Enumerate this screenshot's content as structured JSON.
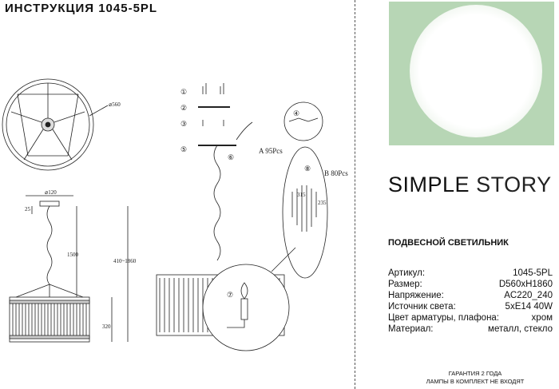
{
  "header": {
    "title": "ИНСТРУКЦИЯ 1045-5PL"
  },
  "brand": {
    "word1": "SIMPLE",
    "word2": "STORY"
  },
  "product_type": "ПОДВЕСНОЙ СВЕТИЛЬНИК",
  "specs": [
    {
      "label": "Артикул:",
      "value": "1045-5PL"
    },
    {
      "label": "Размер:",
      "value": "D560xH1860"
    },
    {
      "label": "Напряжение:",
      "value": "AC220_240"
    },
    {
      "label": "Источник света:",
      "value": "5xE14 40W"
    },
    {
      "label": "Цвет арматуры, плафона:",
      "value": "хром"
    },
    {
      "label": "Материал:",
      "value": "металл, стекло"
    }
  ],
  "footer": {
    "line1": "ГАРАНТИЯ 2 ГОДА",
    "line2": "ЛАМПЫ В КОМПЛЕКТ НЕ ВХОДЯТ"
  },
  "drawing": {
    "dims": {
      "diameter": "⌀560",
      "canopy": "⌀120",
      "canopy_h": "25",
      "chain": "1500",
      "height": "410~1860",
      "shade_h": "320"
    },
    "steps": [
      "①",
      "②",
      "③",
      "④",
      "⑤",
      "⑥",
      "⑦",
      "⑧"
    ],
    "parts": {
      "a": "A 95Pcs",
      "b": "B 80Pcs",
      "a_len": "315",
      "b_len": "235"
    }
  }
}
